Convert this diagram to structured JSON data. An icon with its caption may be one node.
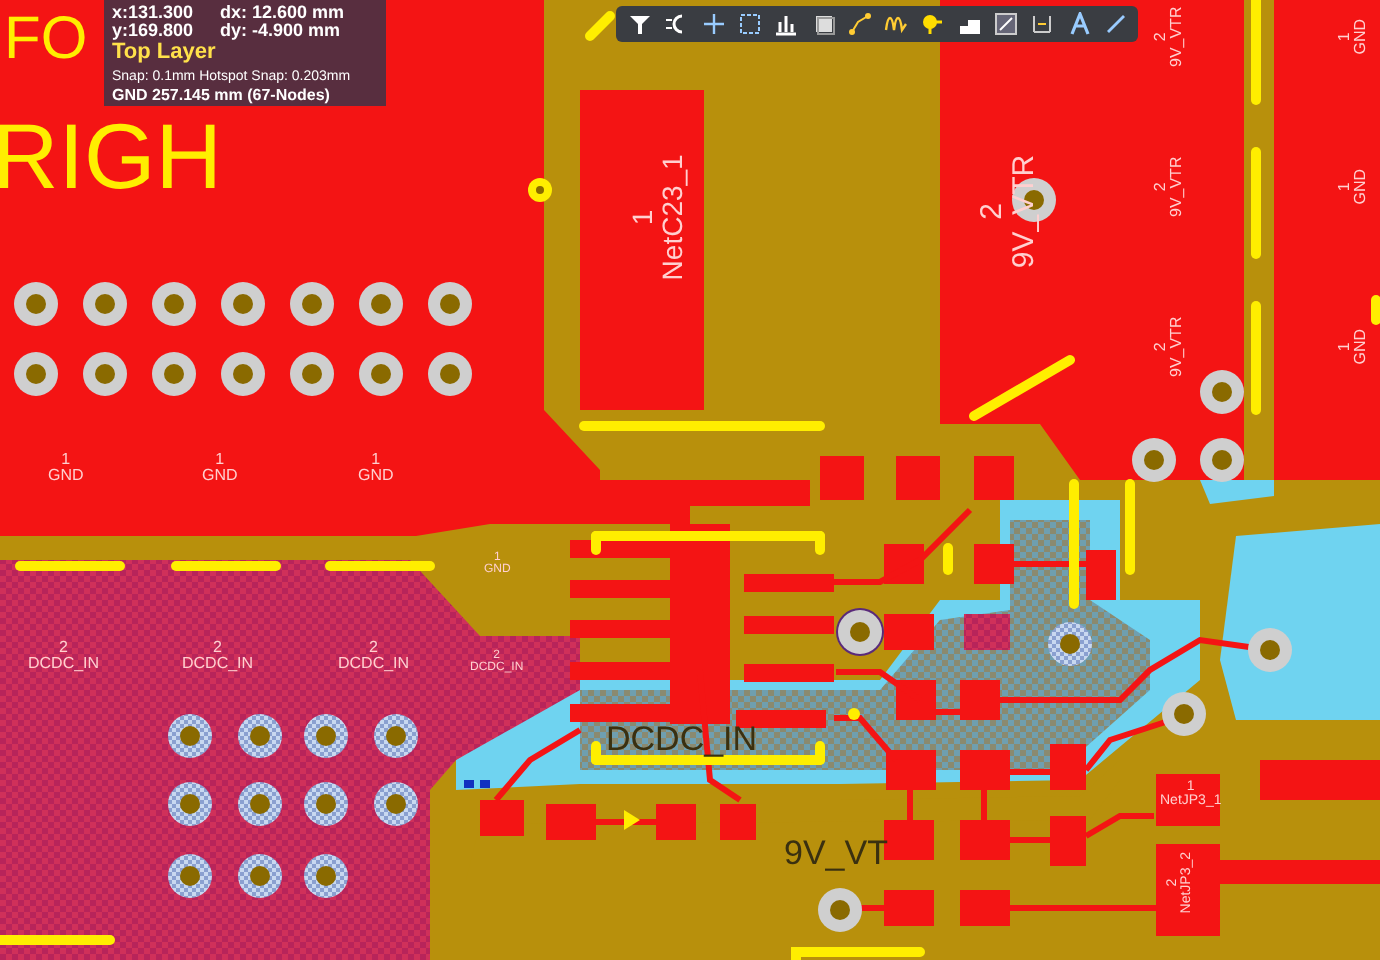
{
  "diagram": {
    "labels": [
      "FO",
      "x:131.300",
      "dx: 12.600 mm",
      "y:169.800",
      "dy: -4.900 mm",
      "Top Layer",
      "Snap: 0.1mm Hotspot Snap: 0.203mm",
      "GND 257.145 mm (67-Nodes)",
      "2 9V_VTR",
      "1 GND",
      "RIGH",
      "1 NetC23_1",
      "2 9V_VTR",
      "2 9V_VTR",
      "1 GND",
      "2 9V_VTR",
      "1 GND",
      "1 GND",
      "1 GND",
      "1 GND",
      "1 GND",
      "2 DCDC_IN",
      "2 DCDC_IN",
      "2 DCDC_IN",
      "2 DCDC_IN",
      "DCDC_IN",
      "1 NetJP3_1",
      "9V_VT",
      "2 NetJP3_2"
    ]
  }
}
